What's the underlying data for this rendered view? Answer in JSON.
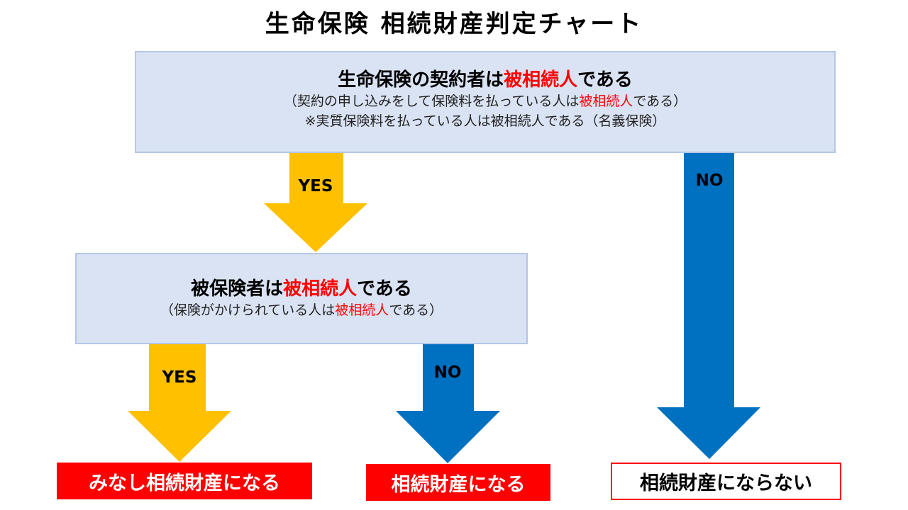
{
  "title": "生命保険 相続財産判定チャート",
  "colors": {
    "yes_arrow": "#FFC000",
    "no_arrow": "#0070C0",
    "box_fill": "#DAE3F3",
    "highlight": "#FF0000"
  },
  "q1": {
    "main_pre": "生命保険の契約者は",
    "main_hl": "被相続人",
    "main_post": "である",
    "sub1_pre": "（契約の申し込みをして保険料を払っている人は",
    "sub1_hl": "被相続人",
    "sub1_post": "である）",
    "sub2": "※実質保険料を払っている人は被相続人である（名義保険）"
  },
  "q2": {
    "main_pre": "被保険者は",
    "main_hl": "被相続人",
    "main_post": "である",
    "sub_pre": "（保険がかけられている人は",
    "sub_hl": "被相続人",
    "sub_post": "である）"
  },
  "labels": {
    "yes1": "YES",
    "no1": "NO",
    "yes2": "YES",
    "no2": "NO"
  },
  "results": {
    "r1": "みなし相続財産になる",
    "r2": "相続財産になる",
    "r3": "相続財産にならない"
  }
}
